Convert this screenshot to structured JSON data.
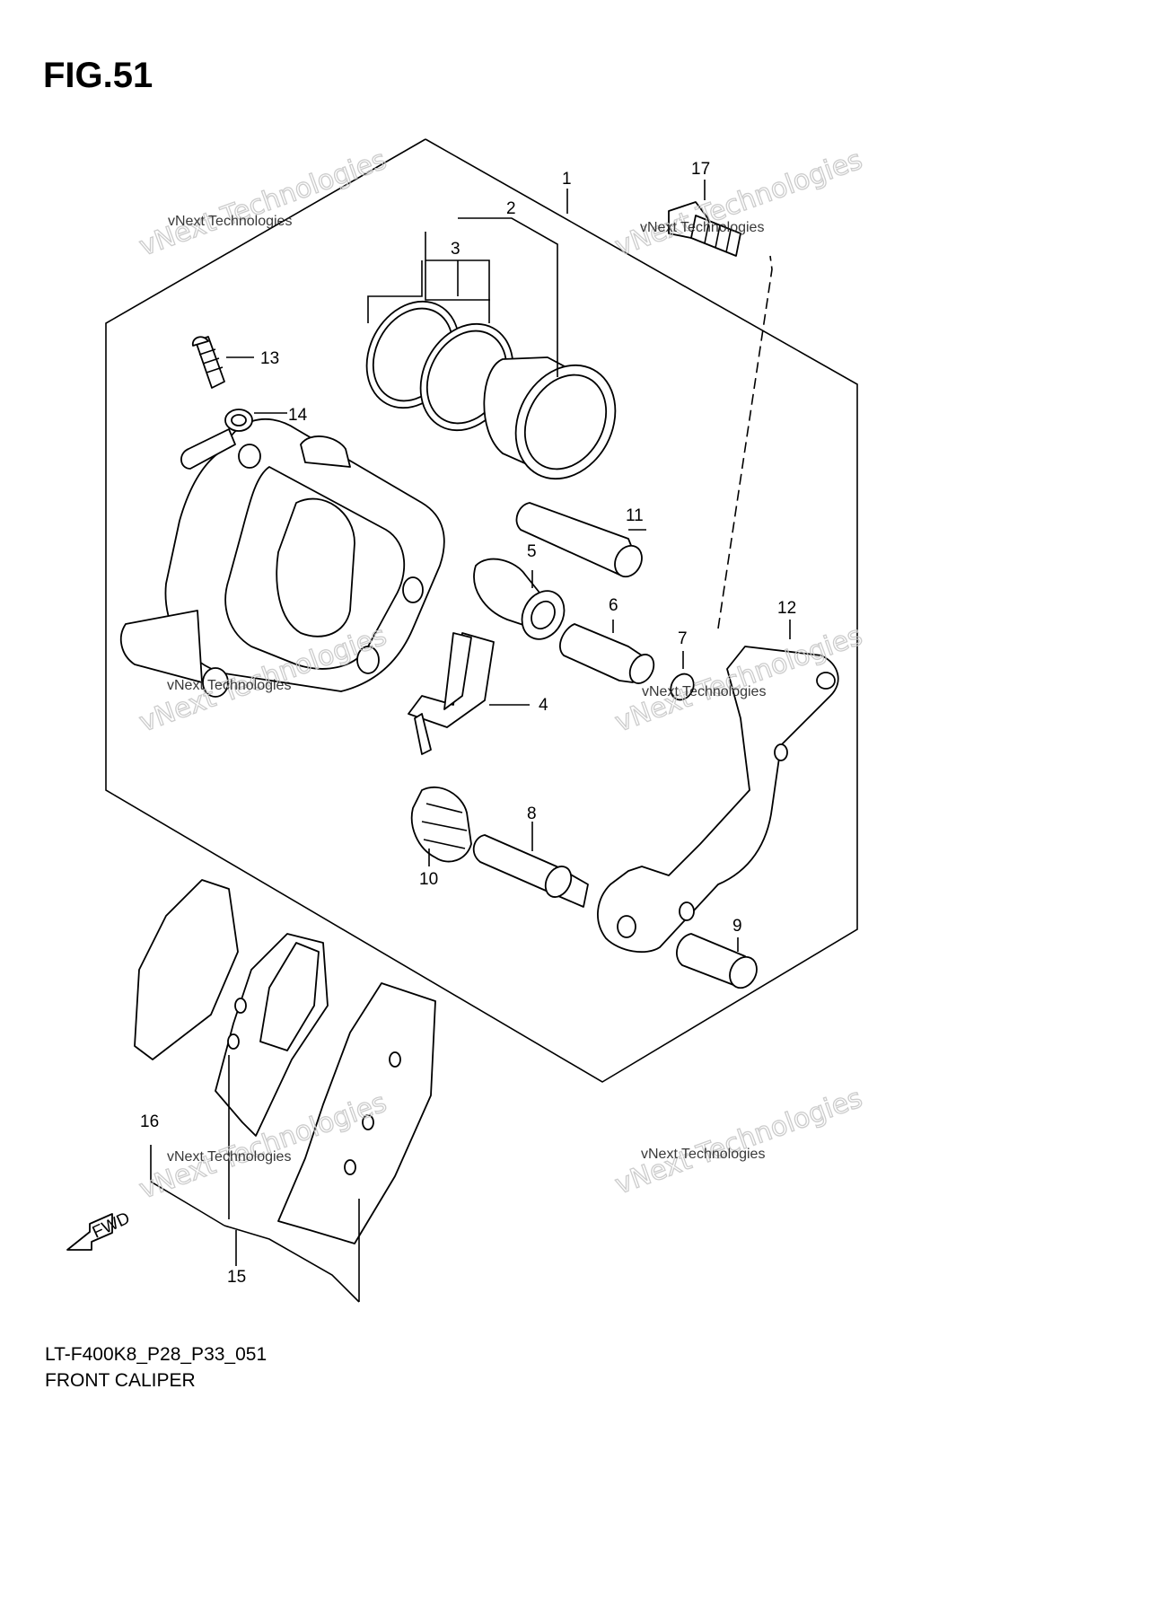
{
  "figure": {
    "title": "FIG.51"
  },
  "parts": [
    {
      "num": "1"
    },
    {
      "num": "2"
    },
    {
      "num": "3"
    },
    {
      "num": "4"
    },
    {
      "num": "5"
    },
    {
      "num": "6"
    },
    {
      "num": "7"
    },
    {
      "num": "8"
    },
    {
      "num": "9"
    },
    {
      "num": "10"
    },
    {
      "num": "11"
    },
    {
      "num": "12"
    },
    {
      "num": "13"
    },
    {
      "num": "14"
    },
    {
      "num": "15"
    },
    {
      "num": "16"
    },
    {
      "num": "17"
    }
  ],
  "watermark": {
    "big": "vNext Technologies",
    "small": "vNext Technologies"
  },
  "fwd_arrow": {
    "label": "FWD"
  },
  "footer": {
    "code": "LT-F400K8_P28_P33_051",
    "title": "FRONT CALIPER"
  },
  "colors": {
    "ink": "#000000",
    "background": "#ffffff",
    "watermark": "#c7c7c7"
  }
}
